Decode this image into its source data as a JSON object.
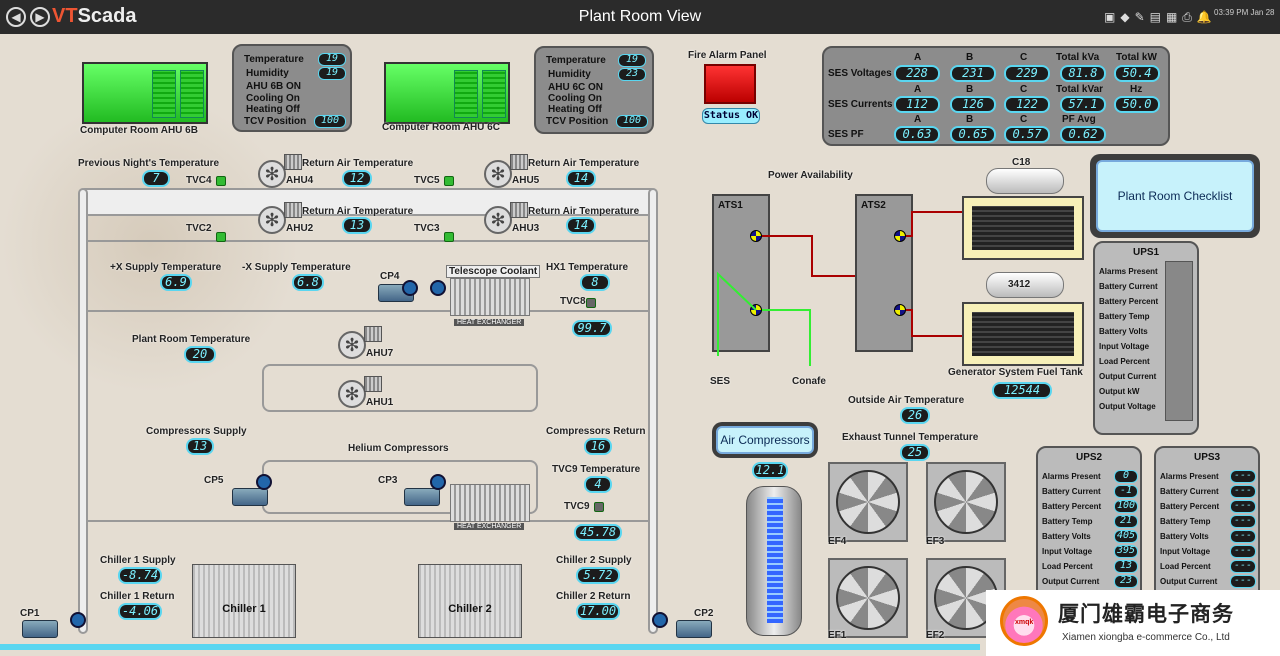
{
  "titlebar": {
    "title": "Plant Room View",
    "logo_a": "VT",
    "logo_b": "Scada",
    "time": "03:39 PM",
    "date": "Jan 28"
  },
  "ahu6b": {
    "name": "Computer Room AHU 6B",
    "temp_label": "Temperature",
    "temp": "19",
    "hum_label": "Humidity",
    "hum": "19",
    "status1": "AHU 6B ON",
    "status2": "Cooling On",
    "status3": "Heating Off",
    "tcv_label": "TCV Position",
    "tcv": "100"
  },
  "ahu6c": {
    "name": "Computer Room AHU 6C",
    "temp_label": "Temperature",
    "temp": "19",
    "hum_label": "Humidity",
    "hum": "23",
    "status1": "AHU 6C ON",
    "status2": "Cooling On",
    "status3": "Heating Off",
    "tcv_label": "TCV Position",
    "tcv": "100"
  },
  "fire": {
    "label": "Fire Alarm Panel",
    "status": "Status OK"
  },
  "ses": {
    "col_a": "A",
    "col_b": "B",
    "col_c": "C",
    "kva_label": "Total kVa",
    "kw_label": "Total kW",
    "volt_label": "SES Voltages",
    "va": "228",
    "vb": "231",
    "vc": "229",
    "kva": "81.8",
    "kw": "50.4",
    "kvar_label": "Total kVar",
    "hz_label": "Hz",
    "cur_label": "SES Currents",
    "ia": "112",
    "ib": "126",
    "ic": "122",
    "kvar": "57.1",
    "hz": "50.0",
    "pfavg_label": "PF Avg",
    "pf_label": "SES PF",
    "pfa": "0.63",
    "pfb": "0.65",
    "pfc": "0.57",
    "pfavg": "0.62"
  },
  "hvac": {
    "prev_night_label": "Previous Night's Temperature",
    "prev_night": "7",
    "tvc4": "TVC4",
    "tvc5": "TVC5",
    "tvc2": "TVC2",
    "tvc3": "TVC3",
    "ahu4": "AHU4",
    "ahu5": "AHU5",
    "ahu2": "AHU2",
    "ahu3": "AHU3",
    "ret_label": "Return Air Temperature",
    "ret4": "12",
    "ret5": "14",
    "ret2": "13",
    "ret3": "14",
    "plus_x_label": "+X Supply Temperature",
    "plus_x": "6.9",
    "minus_x_label": "-X Supply Temperature",
    "minus_x": "6.8",
    "cp4": "CP4",
    "telescope": "Telescope Coolant",
    "hx1_label": "HX1 Temperature",
    "hx1": "8",
    "tvc8": "TVC8",
    "tvc8_val": "99.7",
    "hx_label": "HEAT EXCHANGER",
    "plant_label": "Plant Room Temperature",
    "plant": "20",
    "ahu7": "AHU7",
    "ahu1": "AHU1",
    "comp_supply_label": "Compressors Supply",
    "comp_supply": "13",
    "comp_return_label": "Compressors Return",
    "comp_return": "16",
    "helium": "Helium Compressors",
    "tvc9_temp_label": "TVC9 Temperature",
    "tvc9_temp": "4",
    "cp5": "CP5",
    "cp3": "CP3",
    "tvc9": "TVC9",
    "tvc9_val": "45.78",
    "ch1_sup_label": "Chiller 1 Supply",
    "ch1_sup": "-8.74",
    "ch1_ret_label": "Chiller 1 Return",
    "ch1_ret": "-4.06",
    "ch1": "Chiller 1",
    "ch2": "Chiller 2",
    "ch2_sup_label": "Chiller 2 Supply",
    "ch2_sup": "5.72",
    "ch2_ret_label": "Chiller 2 Return",
    "ch2_ret": "17.00",
    "cp1": "CP1",
    "cp2": "CP2"
  },
  "power": {
    "label": "Power Availability",
    "ats1": "ATS1",
    "ats2": "ATS2",
    "ses": "SES",
    "conafe": "Conafe",
    "c18": "C18",
    "g3412": "3412",
    "fuel_label": "Generator System Fuel Tank",
    "fuel": "12544",
    "outside_label": "Outside Air Temperature",
    "outside": "26",
    "exhaust_label": "Exhaust Tunnel Temperature",
    "exhaust": "25",
    "air_comp_btn": "Air Compressors",
    "air_comp_val": "12.1",
    "ef4": "EF4",
    "ef3": "EF3",
    "ef1": "EF1",
    "ef2": "EF2",
    "checklist_btn": "Plant Room Checklist"
  },
  "ups1": {
    "title": "UPS1",
    "rows": [
      "Alarms Present",
      "Battery Current",
      "Battery Percent",
      "Battery Temp",
      "Battery Volts",
      "Input Voltage",
      "Load Percent",
      "Output Current",
      "Output kW",
      "Output Voltage"
    ]
  },
  "ups2": {
    "title": "UPS2",
    "rows": [
      "Alarms Present",
      "Battery Current",
      "Battery Percent",
      "Battery Temp",
      "Battery Volts",
      "Input Voltage",
      "Load Percent",
      "Output Current"
    ],
    "vals": [
      "0",
      "-1",
      "100",
      "21",
      "405",
      "395",
      "13",
      "23"
    ]
  },
  "ups3": {
    "title": "UPS3",
    "rows": [
      "Alarms Present",
      "Battery Current",
      "Battery Percent",
      "Battery Temp",
      "Battery Volts",
      "Input Voltage",
      "Load Percent",
      "Output Current"
    ],
    "vals": [
      "---",
      "---",
      "---",
      "---",
      "---",
      "---",
      "---",
      "---"
    ]
  },
  "watermark": {
    "cn": "厦门雄霸电子商务",
    "en": "Xiamen xiongba e-commerce Co., Ltd",
    "badge": "xmqk"
  }
}
